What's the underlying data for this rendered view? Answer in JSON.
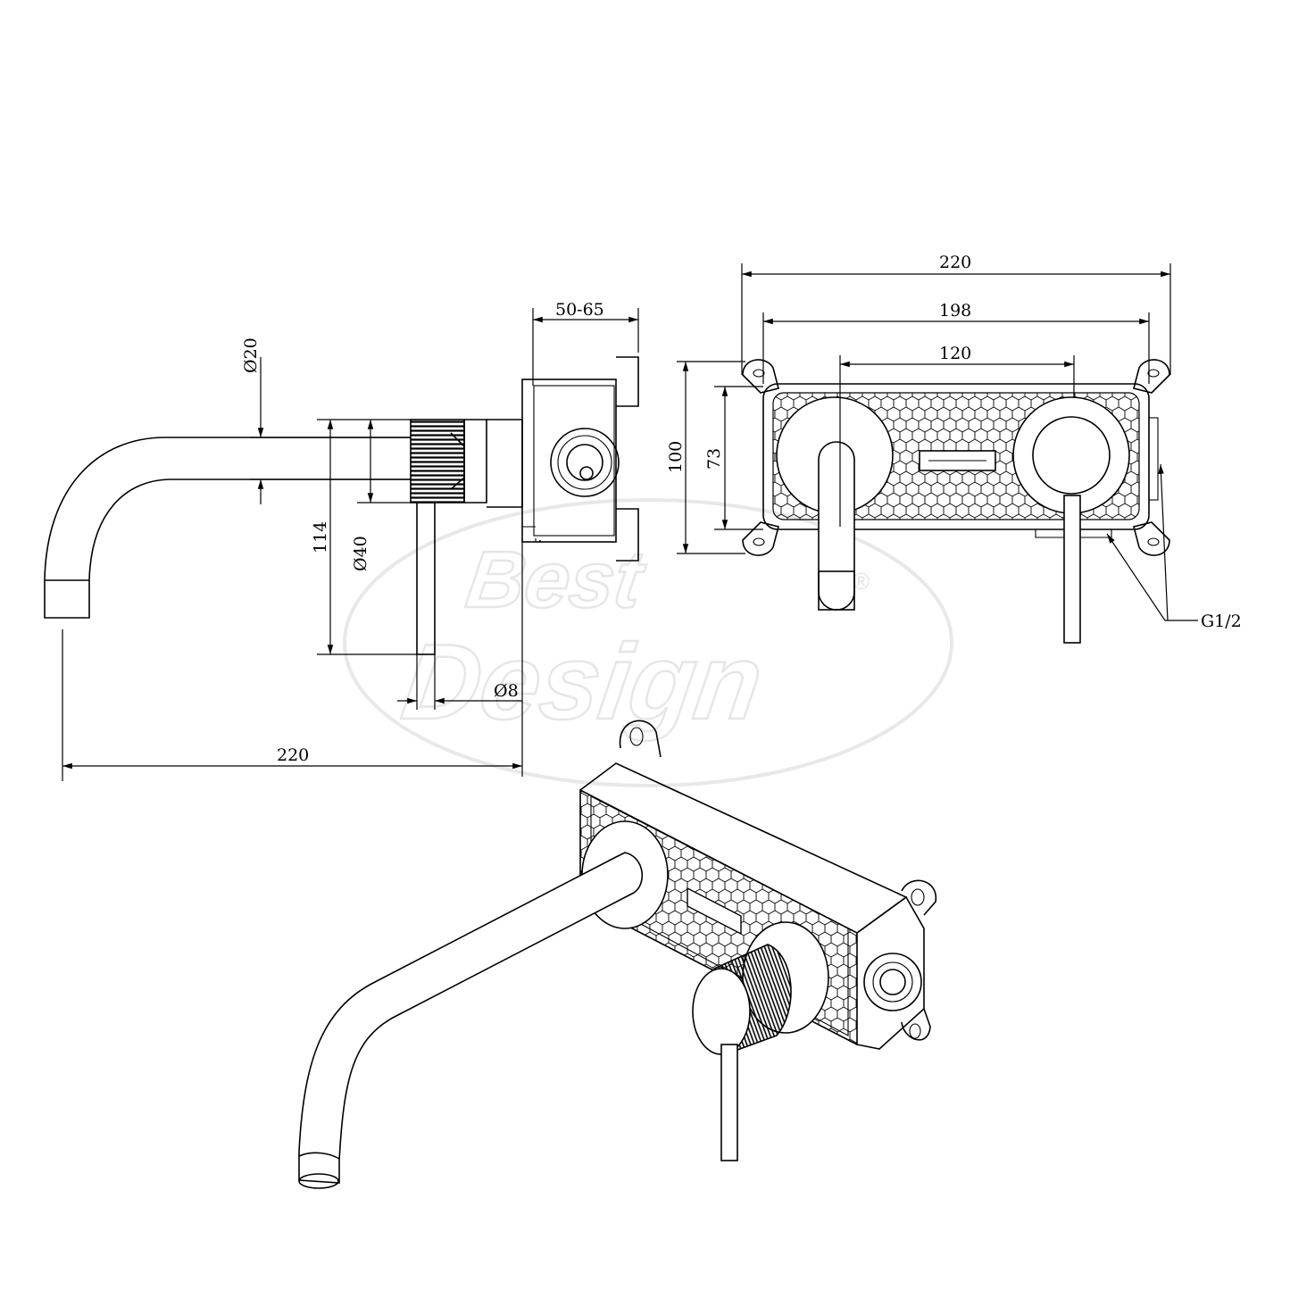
{
  "watermark": {
    "line1": "Best",
    "line2": "Design",
    "mark": "®"
  },
  "side_view": {
    "dimensions": {
      "spout_diameter": "Ø20",
      "handle_diameter": "Ø40",
      "height": "114",
      "lever_diameter": "Ø8",
      "projection": "220",
      "wall_depth": "50-65"
    }
  },
  "front_view": {
    "dimensions": {
      "plate_width": "220",
      "body_width": "198",
      "centers": "120",
      "plate_height": "100",
      "body_height": "73",
      "thread": "G1/2"
    }
  },
  "iso_view": {}
}
